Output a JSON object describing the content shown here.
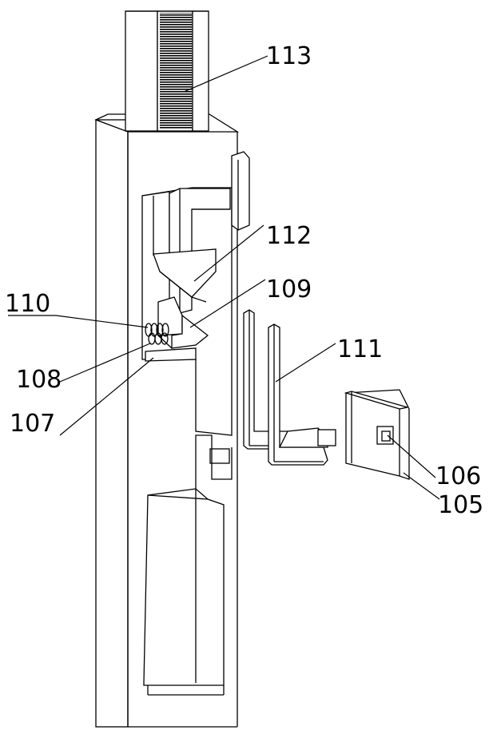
{
  "figure": {
    "labels": {
      "l113": "113",
      "l112": "112",
      "l109": "109",
      "l110": "110",
      "l108": "108",
      "l107": "107",
      "l111": "111",
      "l106": "106",
      "l105": "105"
    }
  }
}
